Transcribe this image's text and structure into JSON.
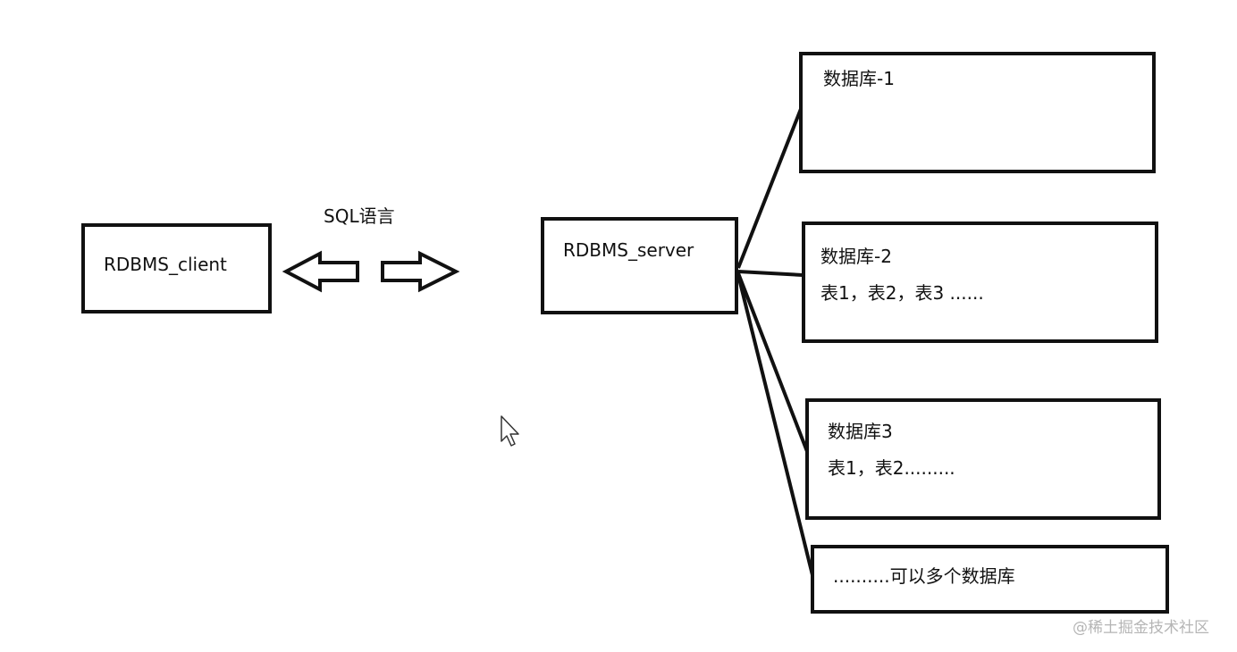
{
  "client": {
    "label": "RDBMS_client"
  },
  "protocol": {
    "label": "SQL语言"
  },
  "server": {
    "label": "RDBMS_server"
  },
  "databases": [
    {
      "title": "数据库-1",
      "content": ""
    },
    {
      "title": "数据库-2",
      "content": "表1，表2，表3 ......"
    },
    {
      "title": "数据库3",
      "content": "表1，表2........."
    },
    {
      "title": "..........可以多个数据库",
      "content": ""
    }
  ],
  "icons": [
    "double-arrow-left-icon",
    "double-arrow-right-icon",
    "mouse-cursor-icon"
  ],
  "watermark": "@稀土掘金技术社区"
}
